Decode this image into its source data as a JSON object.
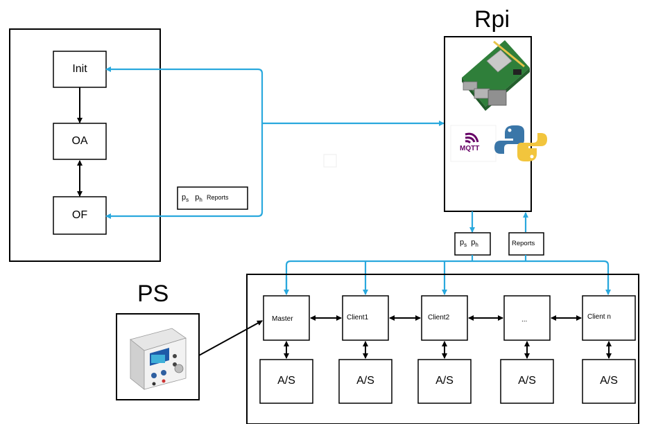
{
  "colors": {
    "arrow_blue": "#29a8dd",
    "black": "#000000"
  },
  "titles": {
    "rpi": "Rpi",
    "ps": "PS"
  },
  "states": {
    "init": "Init",
    "oa": "OA",
    "of": "OF"
  },
  "messages": {
    "left_p1": "p",
    "left_p1_sub": "s",
    "left_p2": "p",
    "left_p2_sub": "h",
    "left_reports": "Reports",
    "mid_p1": "p",
    "mid_p1_sub": "s",
    "mid_p2": "p",
    "mid_p2_sub": "h",
    "mid_reports": "Reports"
  },
  "nodes": {
    "master": "Master",
    "client1": "Client1",
    "client2": "Client2",
    "ellipsis": "...",
    "clientn": "Client n"
  },
  "actuators": [
    "A/S",
    "A/S",
    "A/S",
    "A/S",
    "A/S"
  ],
  "rpi_logos": {
    "mqtt": "MQTT"
  },
  "icons": [
    "raspberry-pi-board-icon",
    "mqtt-logo-icon",
    "python-logo-icon",
    "power-supply-icon"
  ]
}
